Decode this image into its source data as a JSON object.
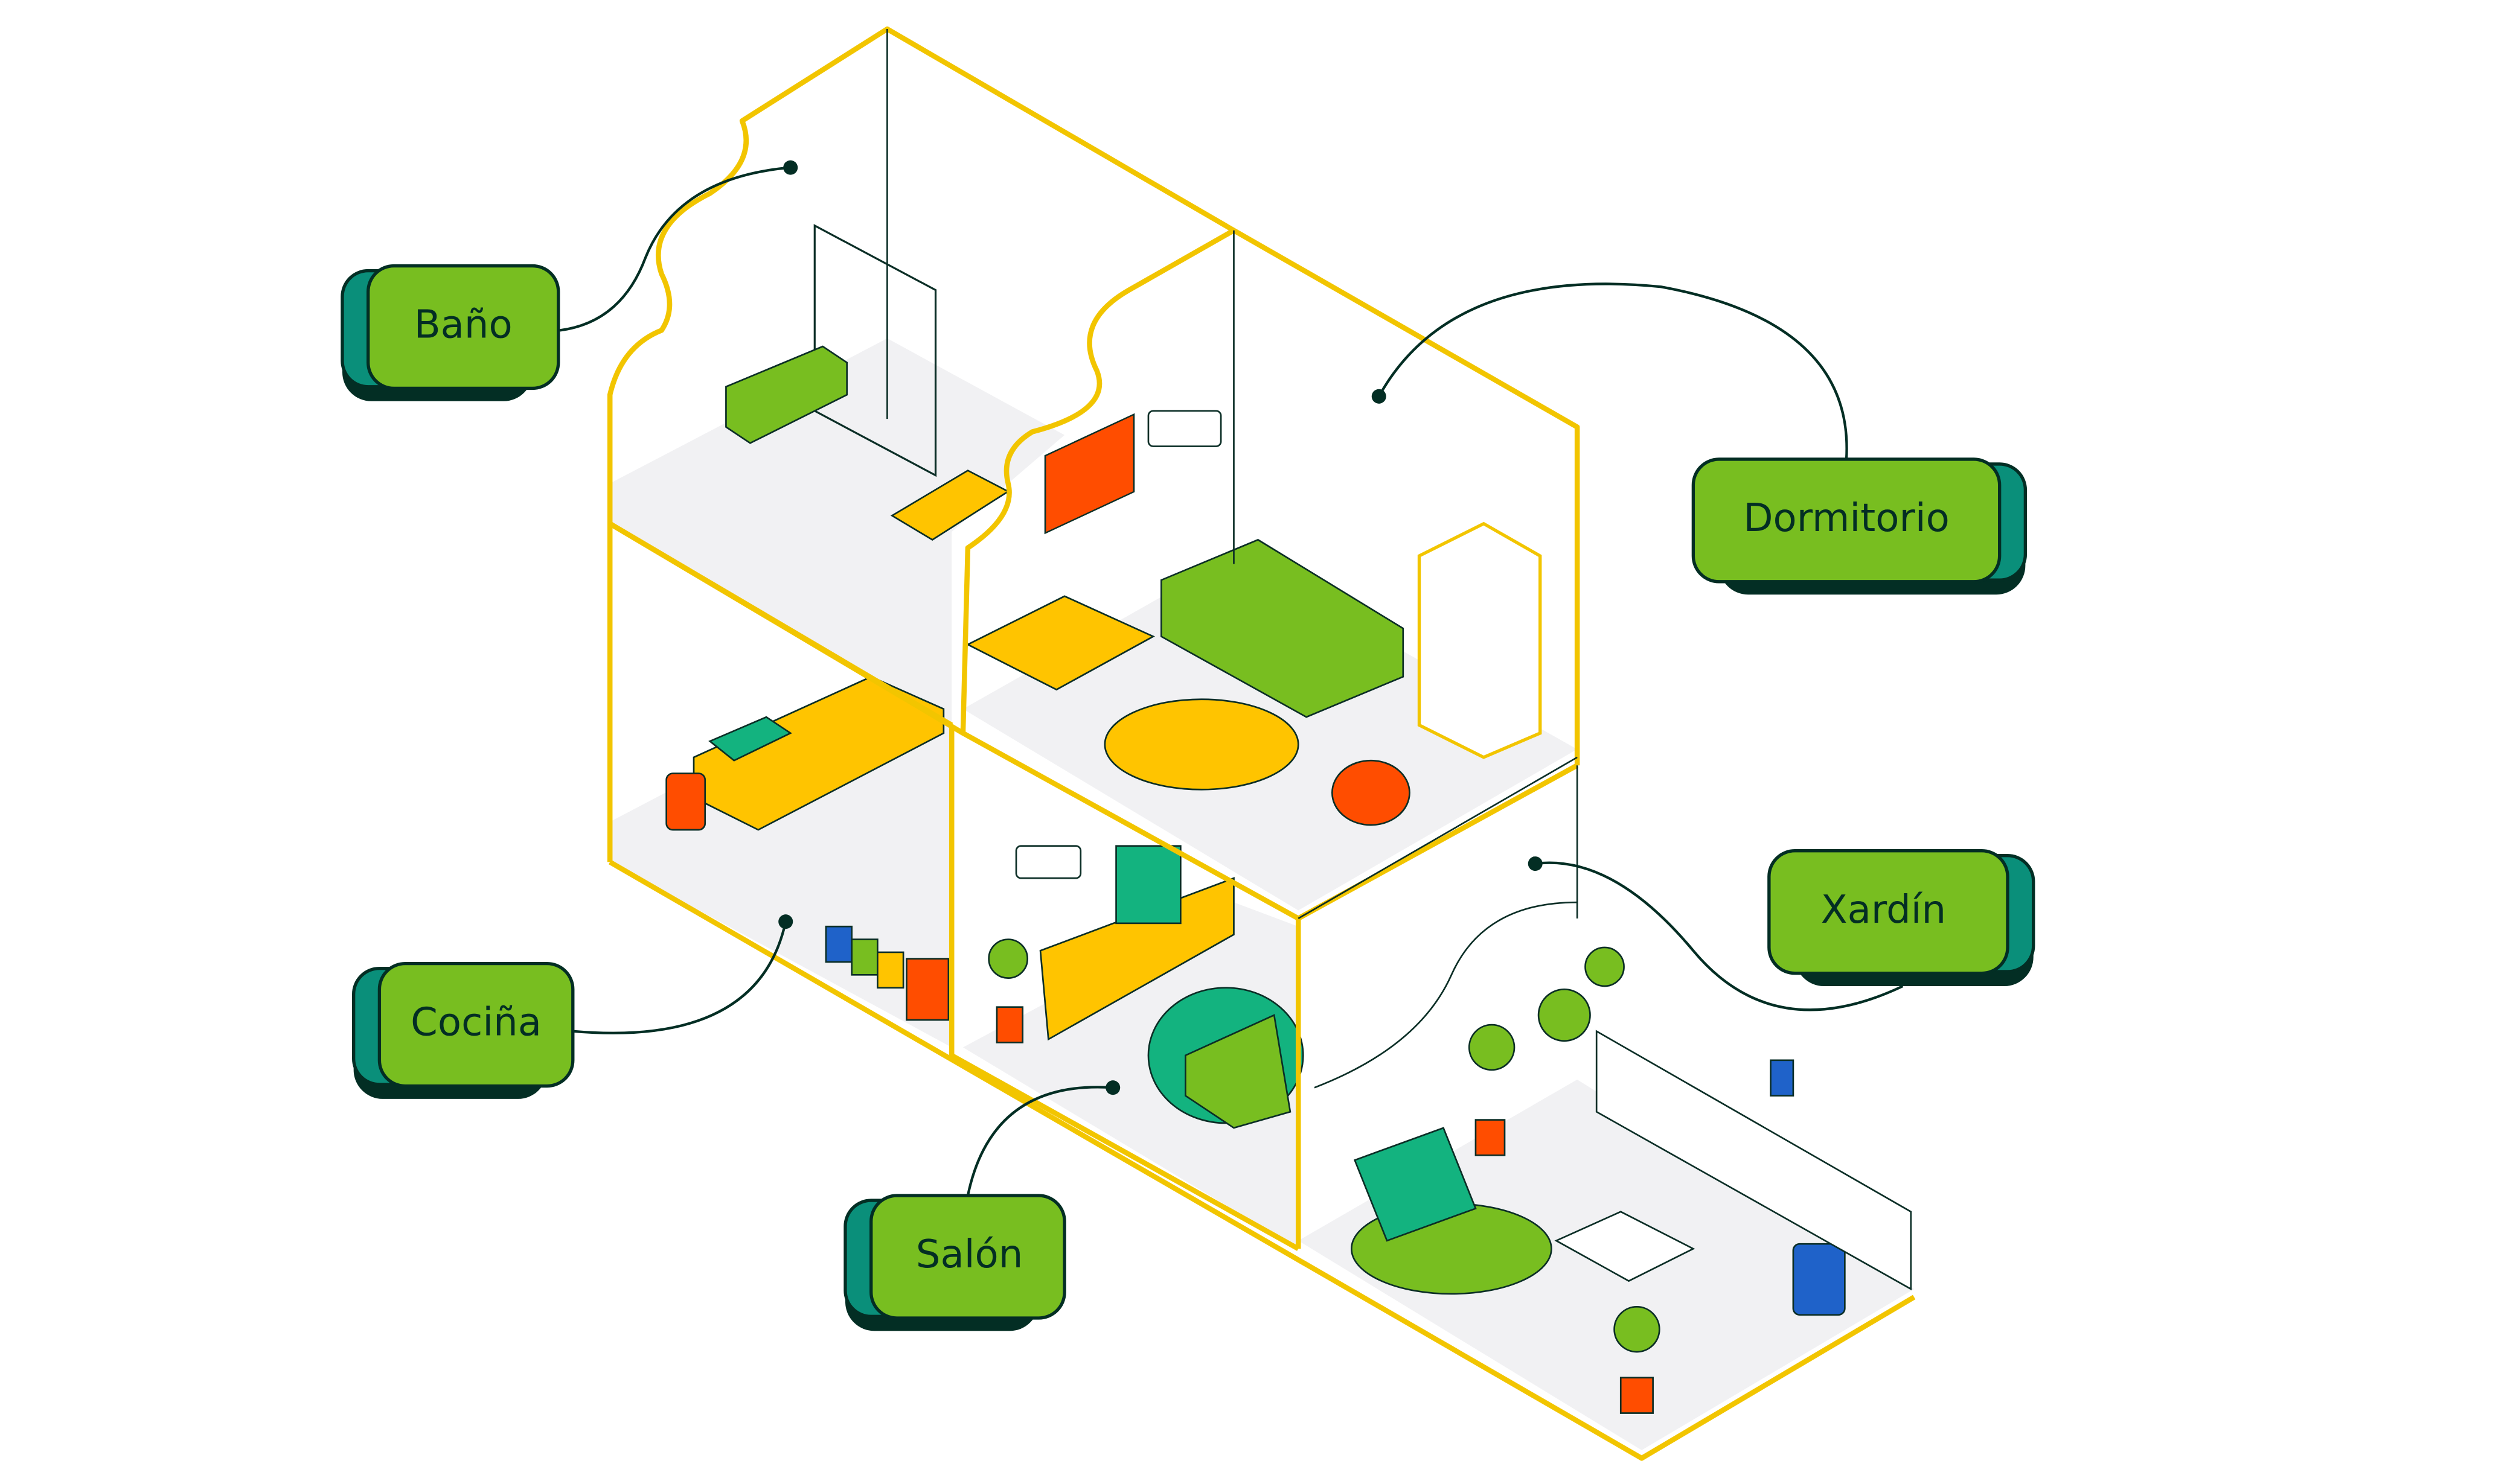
{
  "labels": {
    "bathroom": "Baño",
    "bedroom": "Dormitorio",
    "garden": "Xardín",
    "kitchen": "Cociña",
    "living_room": "Salón"
  },
  "colors": {
    "label_fill": "#78be20",
    "label_side": "#0a8f7a",
    "label_outline": "#032e24",
    "walls": "#f2c500",
    "accent_red": "#ff4d00",
    "accent_green": "#13b37f",
    "accent_blue": "#1f62c9"
  }
}
